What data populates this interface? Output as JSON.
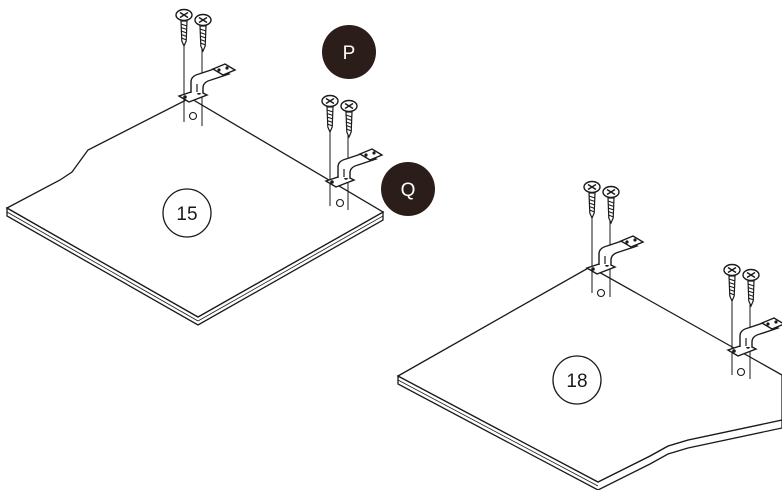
{
  "panels": [
    {
      "number_label": "15"
    },
    {
      "number_label": "18"
    }
  ],
  "badges": [
    {
      "label": "P"
    },
    {
      "label": "Q"
    }
  ],
  "colors": {
    "stroke": "#1a1a1a",
    "badge_fill": "#2b1d1a",
    "badge_text": "#ffffff",
    "panel_fill": "#ffffff"
  }
}
